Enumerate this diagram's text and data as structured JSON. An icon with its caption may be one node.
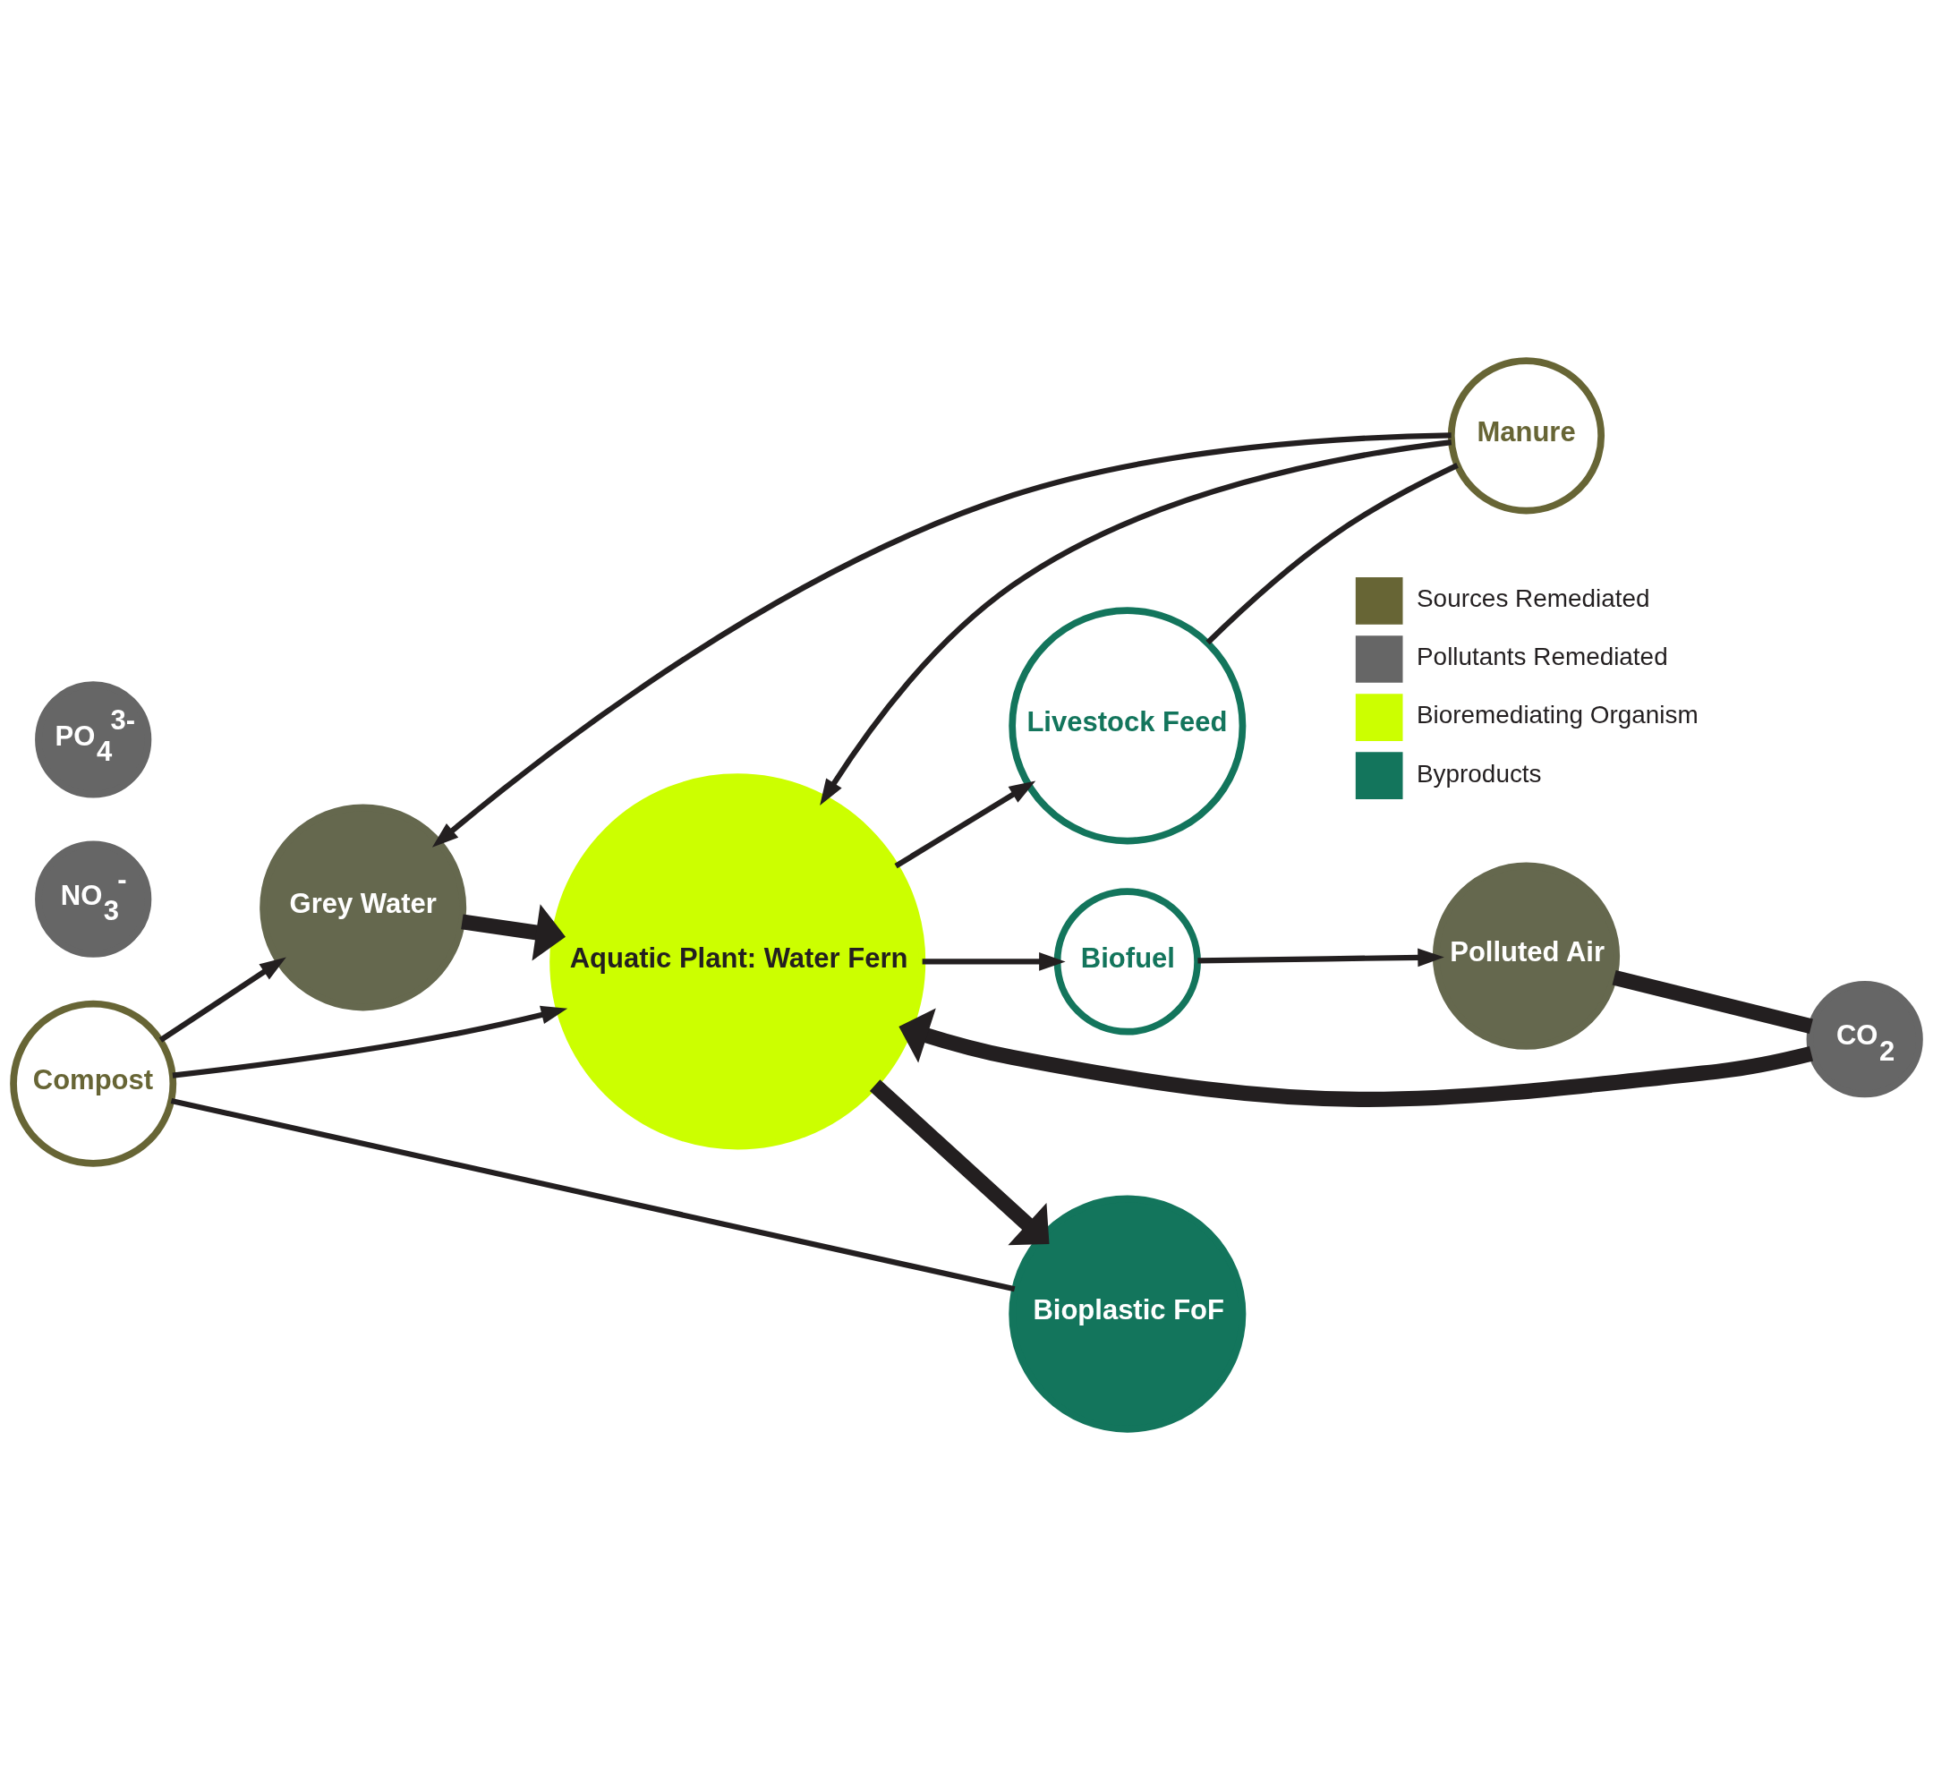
{
  "diagram": {
    "nodes": [
      {
        "text": [
          "Compost"
        ]
      },
      {
        "text": [
          "Polluted Air"
        ]
      },
      {
        "text": [
          "CO$_{2}$"
        ]
      },
      {
        "text": [
          "Bioplastic FoF"
        ]
      },
      {
        "text": [
          "Grey Water"
        ]
      },
      {
        "text": [
          "NO$_{3}$$^{-}$"
        ]
      },
      {
        "text": [
          "PO$_{4}$$^{3-}$"
        ]
      },
      {
        "text": [
          "Aquatic Plant: Water Fern"
        ]
      },
      {
        "text": [
          "Biofuel"
        ]
      },
      {
        "text": [
          "Manure"
        ]
      },
      {
        "text": [
          "Livestock Feed"
        ]
      }
    ],
    "edges": [
      {
        "from": 0,
        "to": 3,
        "arrow": "none"
      },
      {
        "from": 0,
        "to": 4,
        "arrow": "to"
      },
      {
        "from": 0,
        "to": 7,
        "arrow": "to"
      },
      {
        "from": 1,
        "to": 2,
        "arrow": "none",
        "style": "thick"
      },
      {
        "from": 2,
        "to": 7,
        "arrow": "to",
        "style": "thick"
      },
      {
        "from": 4,
        "to": 7,
        "arrow": "to",
        "style": "thick"
      },
      {
        "from": 9,
        "to": 7,
        "arrow": "to"
      },
      {
        "from": 9,
        "to": 4,
        "arrow": "to"
      },
      {
        "from": 7,
        "to": 8,
        "arrow": "to"
      },
      {
        "from": 8,
        "to": 1,
        "arrow": "to"
      },
      {
        "from": 7,
        "to": 3,
        "arrow": "to",
        "style": "thick"
      },
      {
        "from": 7,
        "to": 10,
        "arrow": "to"
      },
      {
        "from": 10,
        "to": 9,
        "arrow": "none"
      }
    ],
    "legend": [
      {
        "text": "Sources Remediated",
        "color": "#676535"
      },
      {
        "text": "Pollutants Remediated",
        "color": "#666666"
      },
      {
        "text": "Bioremediating Organism",
        "color": "#ccff00"
      },
      {
        "text": "Byproducts",
        "color": "#13755c"
      }
    ]
  }
}
